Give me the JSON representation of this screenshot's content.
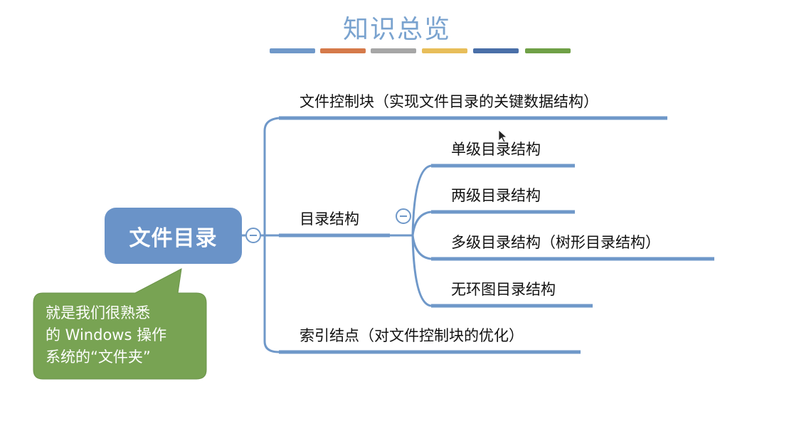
{
  "title": "知识总览",
  "color_bars": [
    "#6f98c9",
    "#d57a4a",
    "#a6a6a6",
    "#e8be5a",
    "#4a6fa8",
    "#6fa046"
  ],
  "root": {
    "label": "文件目录"
  },
  "callout": {
    "line1": "就是我们很熟悉",
    "line2": "的 Windows 操作",
    "line3": "系统的“文件夹”"
  },
  "branches": {
    "fcb": "文件控制块（实现文件目录的关键数据结构）",
    "dir_structure": "目录结构",
    "index_node": "索引结点（对文件控制块的优化）"
  },
  "sub_branches": {
    "single": "单级目录结构",
    "two": "两级目录结构",
    "multi": "多级目录结构（树形目录结构）",
    "acyclic": "无环图目录结构"
  },
  "colors": {
    "line": "#6f98c9",
    "root_fill": "#6a93c8",
    "callout_fill": "#78a353"
  }
}
